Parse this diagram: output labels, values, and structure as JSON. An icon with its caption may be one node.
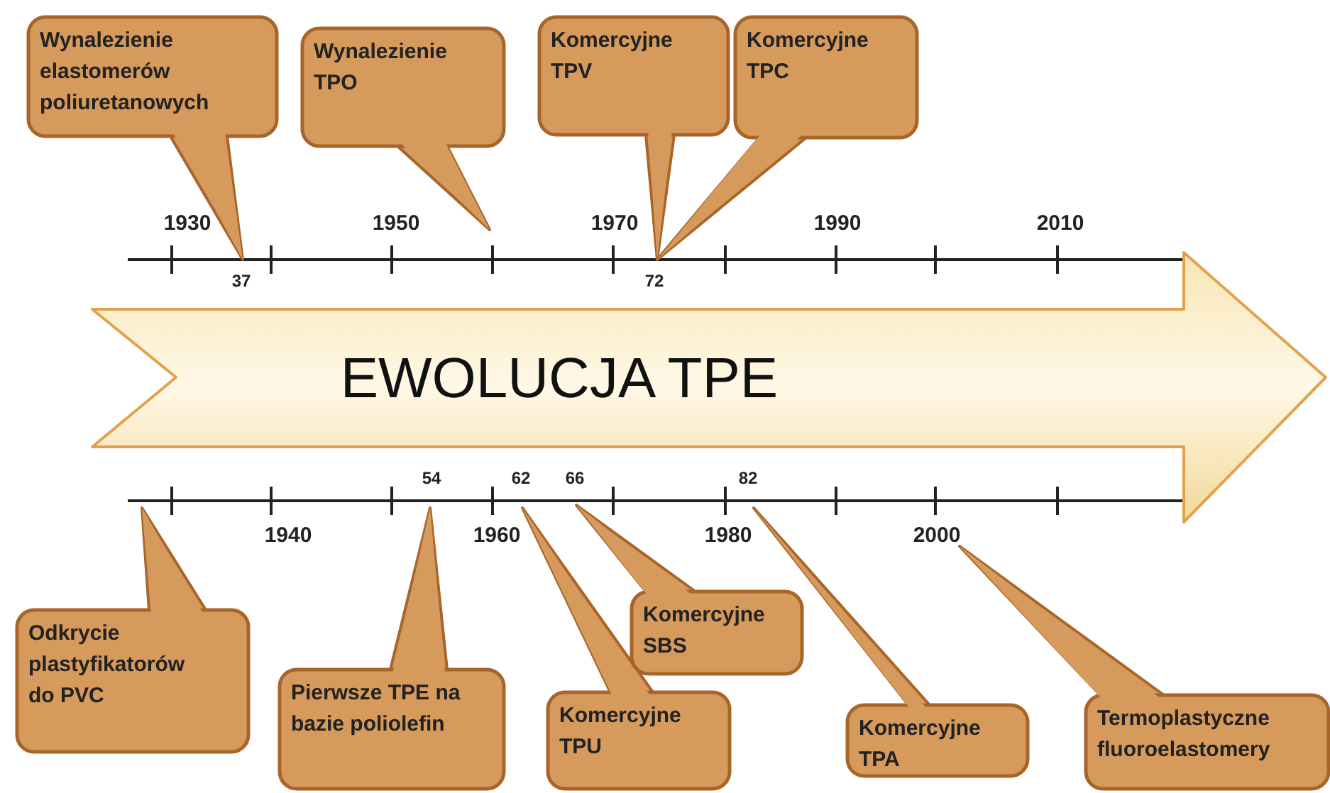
{
  "diagram": {
    "nodes": [
      {
        "text": [
          "Wynalezienie elastomerów poliuretanowych"
        ]
      },
      {
        "text": [
          "Wynalezienie TPO"
        ]
      },
      {
        "text": [
          "Komercyjne TPV"
        ]
      },
      {
        "text": [
          "Komercyjne TPC"
        ]
      },
      {
        "text": [
          "EWOLUCJA TPE"
        ]
      },
      {
        "text": [
          "Odkrycie plastyfikatorów do PVC"
        ]
      },
      {
        "text": [
          "Pierwsze TPE na bazie poliolefin"
        ]
      },
      {
        "text": [
          "Komercyjne TPU"
        ]
      },
      {
        "text": [
          "Komercyjne SBS"
        ]
      },
      {
        "text": [
          "Komercyjne TPA"
        ]
      },
      {
        "text": [
          "Termoplastyczne fluoroelastomery"
        ]
      }
    ],
    "labels": [
      "1930",
      "1950",
      "1970",
      "1990",
      "2010",
      "37",
      "72",
      "54",
      "62",
      "66",
      "82",
      "1940",
      "1960",
      "1980",
      "2000"
    ]
  }
}
